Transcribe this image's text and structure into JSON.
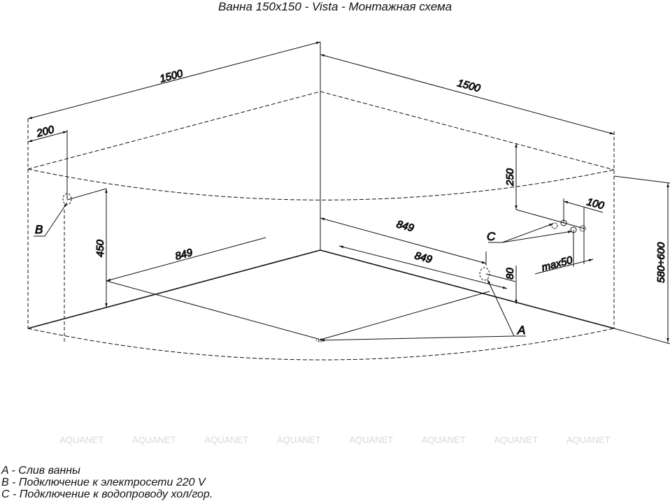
{
  "title": "Ванна 150x150 - Vista - Монтажная схема",
  "dimensions": {
    "left_width": "1500",
    "right_width": "1500",
    "left_offset": "200",
    "height_b": "450",
    "left_diag": "849",
    "right_diag_upper": "849",
    "right_diag_lower": "849",
    "height_c": "250",
    "spacing_c": "100",
    "max_c": "max50",
    "height_a": "80",
    "total_height": "580÷600"
  },
  "markers": {
    "a": "A",
    "b": "B",
    "c": "C"
  },
  "watermark": [
    "AQUANET",
    "AQUANET",
    "AQUANET",
    "AQUANET",
    "AQUANET",
    "AQUANET",
    "AQUANET",
    "AQUANET"
  ],
  "legend": [
    "A - Слив ванны",
    "B - Подключение к электросети 220 V",
    "C - Подключение к водопроводу хол/гор."
  ]
}
